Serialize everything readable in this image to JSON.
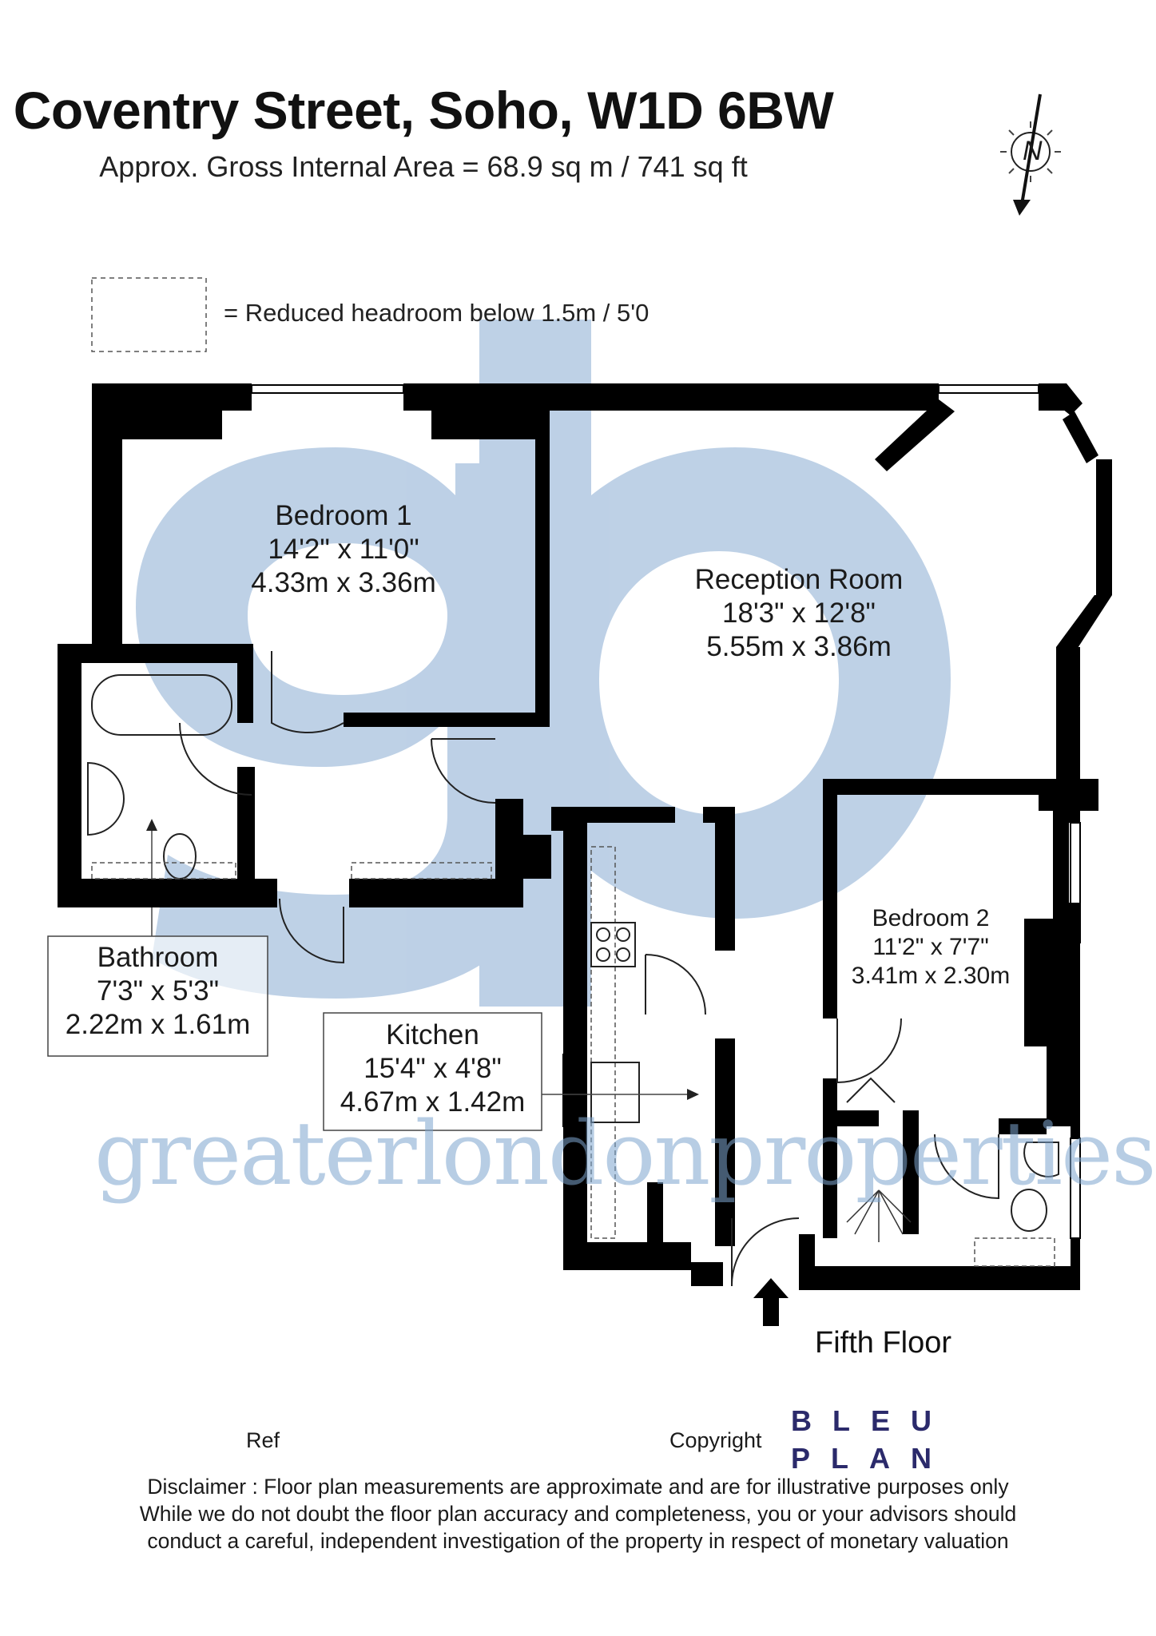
{
  "header": {
    "title": "Coventry Street, Soho, W1D 6BW",
    "subtitle": "Approx. Gross Internal Area = 68.9 sq m / 741 sq ft"
  },
  "compass": {
    "label": "N"
  },
  "legend": {
    "text": "= Reduced headroom below 1.5m / 5'0"
  },
  "rooms": {
    "bedroom1": {
      "name": "Bedroom 1",
      "imperial": "14'2\" x 11'0\"",
      "metric": "4.33m x 3.36m"
    },
    "reception": {
      "name": "Reception Room",
      "imperial": "18'3\" x 12'8\"",
      "metric": "5.55m x 3.86m"
    },
    "bathroom": {
      "name": "Bathroom",
      "imperial": "7'3\" x 5'3\"",
      "metric": "2.22m x 1.61m"
    },
    "kitchen": {
      "name": "Kitchen",
      "imperial": "15'4\" x 4'8\"",
      "metric": "4.67m x 1.42m"
    },
    "bedroom2": {
      "name": "Bedroom 2",
      "imperial": "11'2\" x 7'7\"",
      "metric": "3.41m x 2.30m"
    }
  },
  "floor": {
    "label": "Fifth Floor"
  },
  "footer": {
    "ref_label": "Ref",
    "copyright_label": "Copyright",
    "brand_line1": "BLEU",
    "brand_line2": "PLAN",
    "disclaimer": [
      "Disclaimer : Floor plan measurements are approximate and are for illustrative purposes only",
      "While we do not doubt the floor plan accuracy and completeness, you or your advisors should",
      "conduct a careful, independent investigation of the property in respect of monetary valuation"
    ]
  },
  "watermark": {
    "text": "greaterlondonproperties"
  },
  "colors": {
    "wall": "#000000",
    "watermark": "#7ea6cf",
    "brand": "#2b2a6b"
  }
}
